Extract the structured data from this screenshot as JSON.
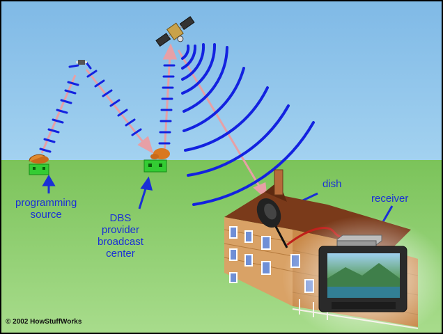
{
  "labels": {
    "programming_source": [
      "programming",
      "source"
    ],
    "dbs_provider": [
      "DBS",
      "provider",
      "broadcast",
      "center"
    ],
    "dish": "dish",
    "receiver": "receiver"
  },
  "copyright": "© 2002 HowStuffWorks",
  "colors": {
    "sky": "#8ec4ea",
    "ground": "#8fcf70",
    "wave": "#1322e0",
    "beam": "#e89a9a",
    "label": "#1a2fd6"
  }
}
